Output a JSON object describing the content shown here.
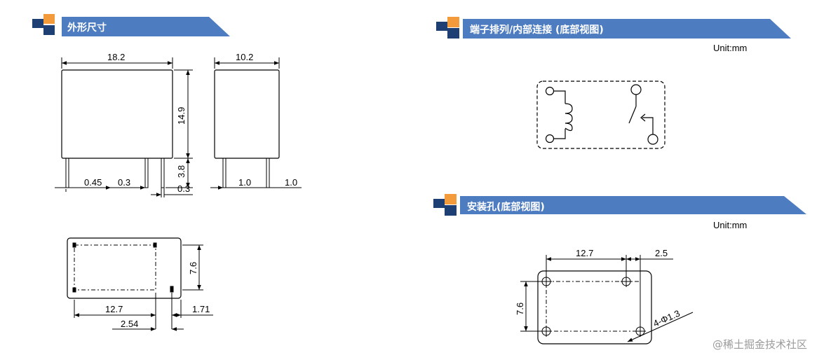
{
  "sections": {
    "outline": {
      "title": "外形尺寸"
    },
    "wiring": {
      "title": "端子排列/内部连接 (底部视图)",
      "unit": "Unit:mm"
    },
    "mounting": {
      "title": "安装孔(底部视图)",
      "unit": "Unit:mm"
    }
  },
  "dims": {
    "front_width": "18.2",
    "side_width": "10.2",
    "height": "14.9",
    "pin_length": "3.8",
    "pin_offset": "0.45",
    "pin_gap": "0.3",
    "pin_thickness": "0.3",
    "side_pin_a": "1.0",
    "side_pin_b": "1.0",
    "bottom_pitch_long": "12.7",
    "bottom_pitch_short": "2.54",
    "bottom_edge": "1.71",
    "bottom_height": "7.6",
    "hole_pitch_long": "12.7",
    "hole_pitch_short": "2.5",
    "hole_height": "7.6",
    "hole_diameter": "4-Φ1.3"
  },
  "watermark": "@稀土掘金技术社区",
  "colors": {
    "banner_blue": "#4d7cc0",
    "accent_orange": "#f39a3a",
    "accent_navy": "#1d3f73",
    "accent_light_blue": "#6d8fc6"
  }
}
